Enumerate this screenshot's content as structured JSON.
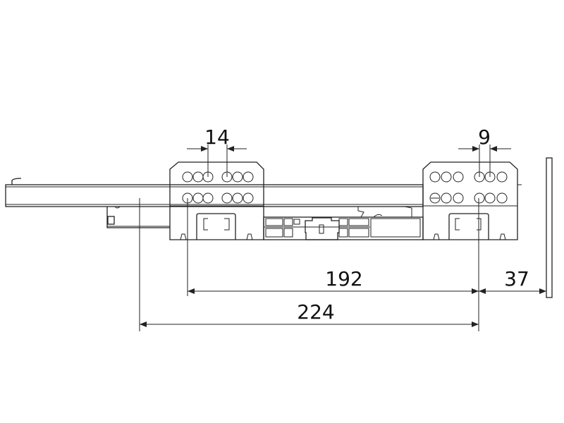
{
  "drawing": {
    "dimensions": {
      "hole_spacing_left": "14",
      "hole_spacing_right": "9",
      "bracket_hole_distance": "192",
      "rail_to_front": "37",
      "overall_hole_distance": "224"
    },
    "colors": {
      "line": "#222222",
      "background": "#ffffff"
    }
  }
}
